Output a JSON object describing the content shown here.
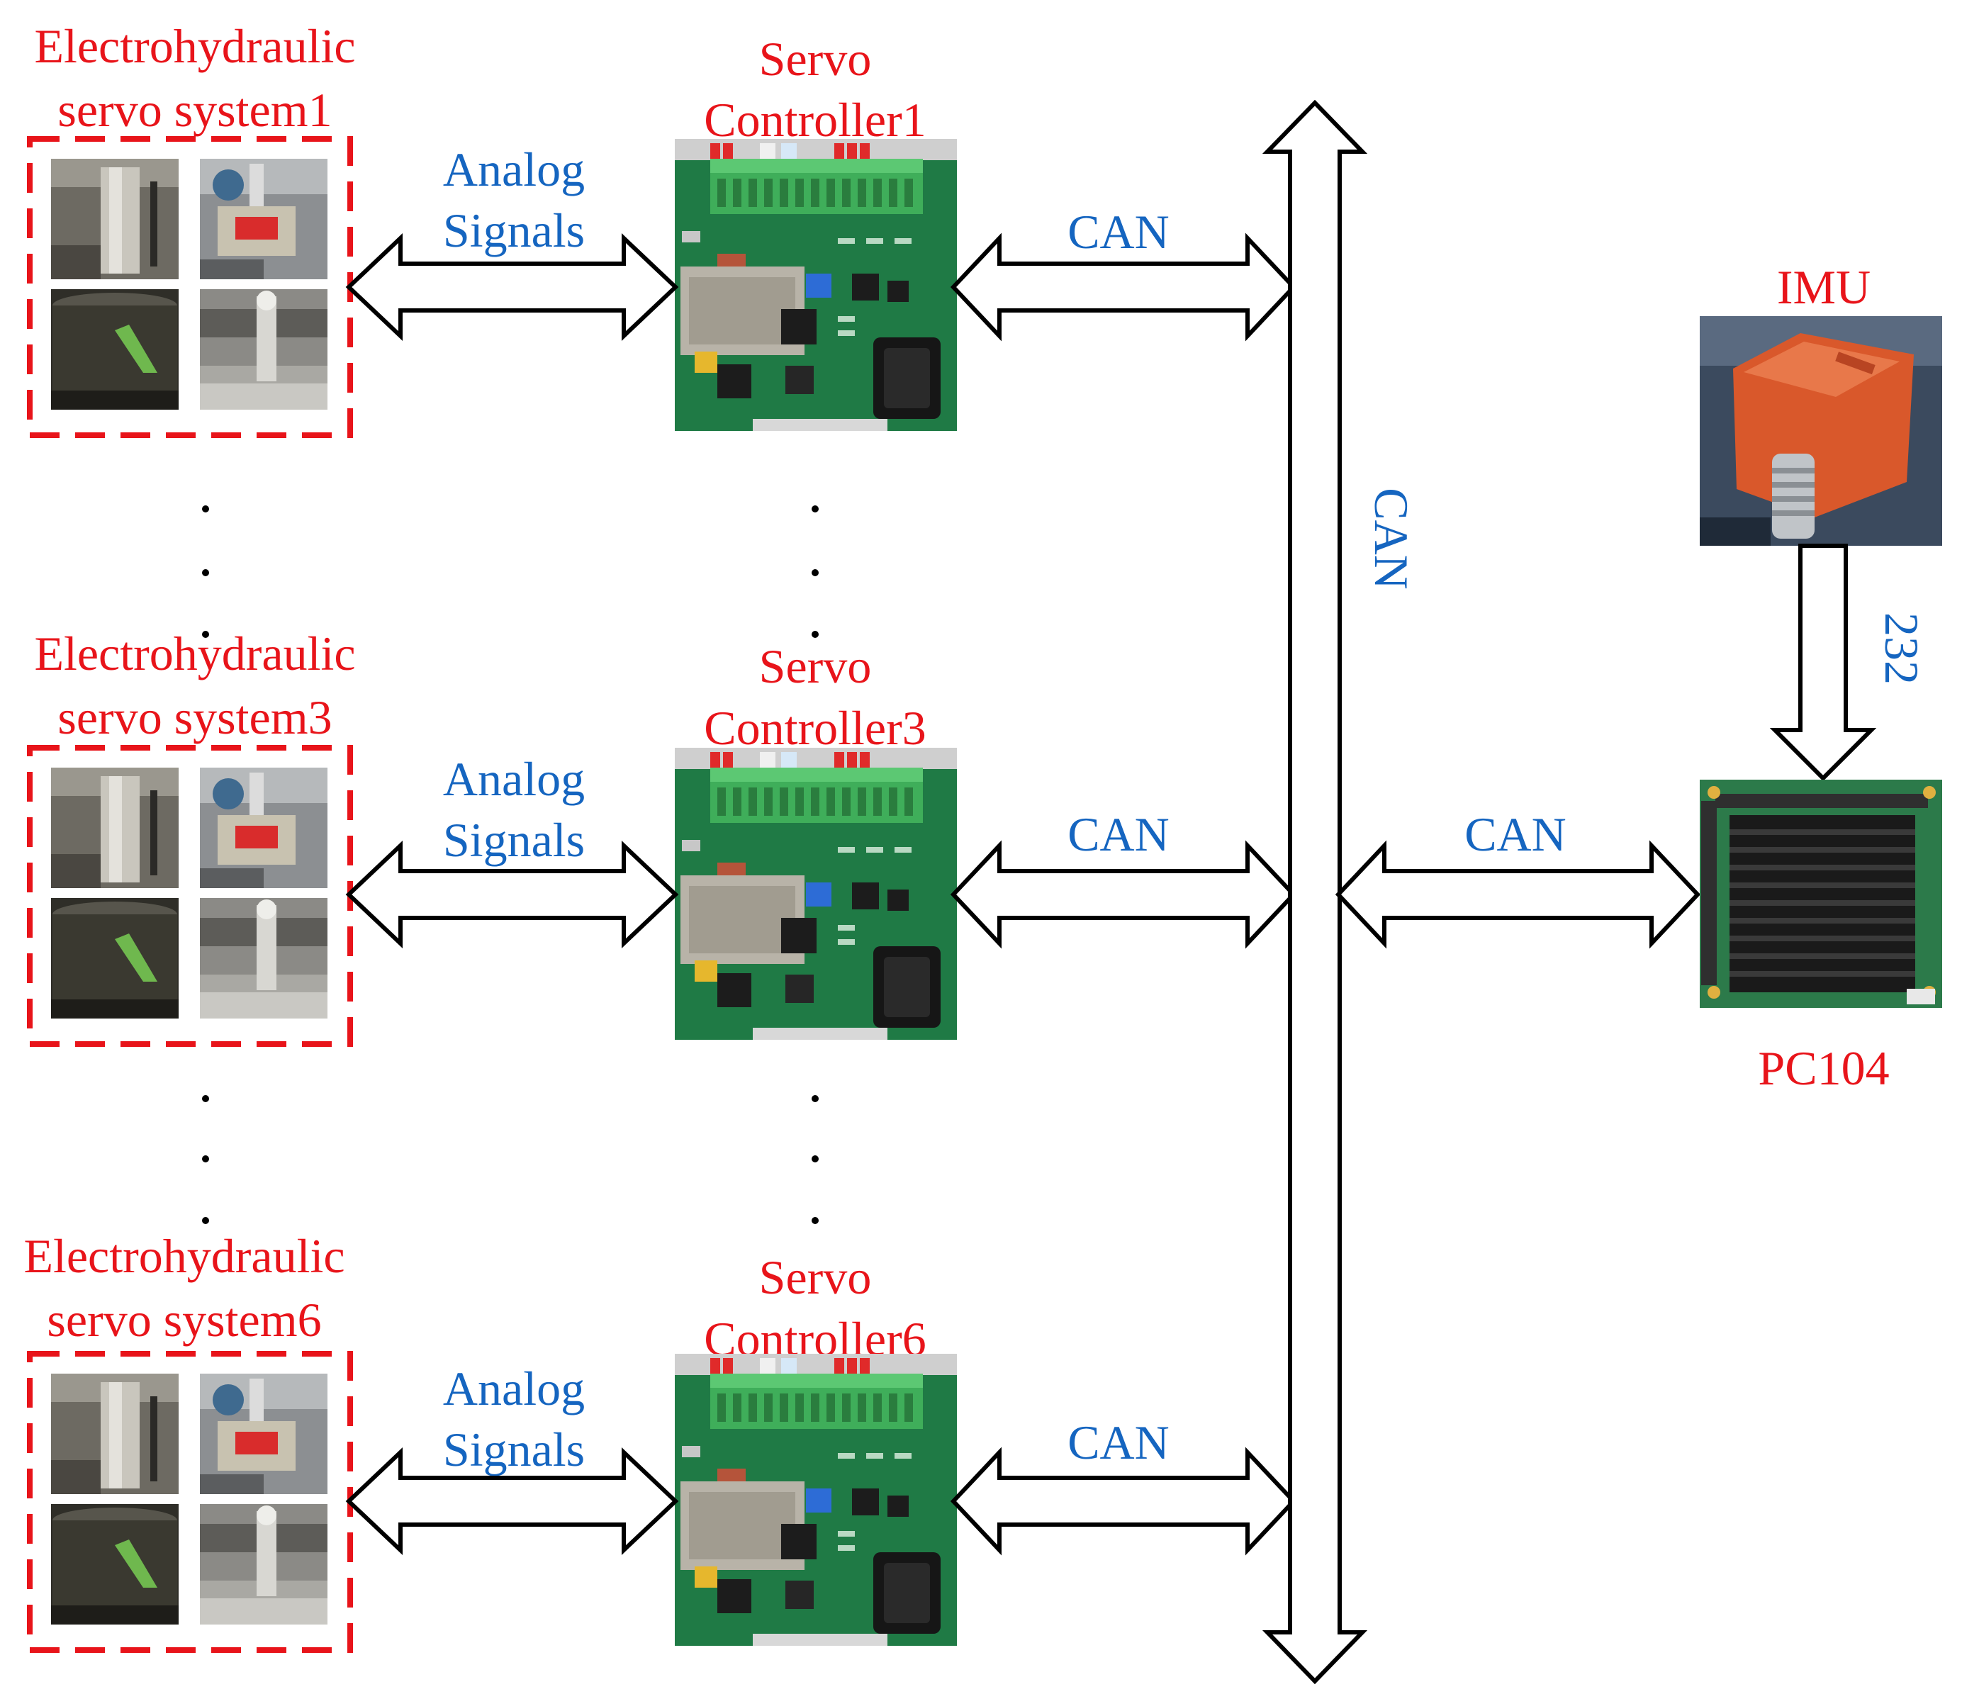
{
  "colors": {
    "label_red": "#e8141a",
    "label_blue": "#1565c0",
    "arrow_stroke": "#000000",
    "pcb_green": "#1f7a45",
    "imu_orange": "#d9582b",
    "heatsink_black": "#1a1a1a"
  },
  "subsystems": [
    {
      "hydraulic_label_1": "Electrohydraulic",
      "hydraulic_label_2": "servo system1",
      "controller_label_1": "Servo",
      "controller_label_2": "Controller1",
      "analog_label_1": "Analog",
      "analog_label_2": "Signals",
      "can_label": "CAN"
    },
    {
      "hydraulic_label_1": "Electrohydraulic",
      "hydraulic_label_2": "servo system3",
      "controller_label_1": "Servo",
      "controller_label_2": "Controller3",
      "analog_label_1": "Analog",
      "analog_label_2": "Signals",
      "can_label": "CAN"
    },
    {
      "hydraulic_label_1": "Electrohydraulic",
      "hydraulic_label_2": "servo system6",
      "controller_label_1": "Servo",
      "controller_label_2": "Controller6",
      "analog_label_1": "Analog",
      "analog_label_2": "Signals",
      "can_label": "CAN"
    }
  ],
  "bus": {
    "label": "CAN"
  },
  "imu": {
    "label": "IMU",
    "link_label": "232"
  },
  "pc104": {
    "label": "PC104",
    "link_label": "CAN"
  },
  "icons": {
    "hydraulic_photo": "hydraulic-servo-photo-icon",
    "controller_photo": "servo-controller-board-icon",
    "imu_photo": "imu-device-icon",
    "pc104_photo": "pc104-board-icon"
  }
}
